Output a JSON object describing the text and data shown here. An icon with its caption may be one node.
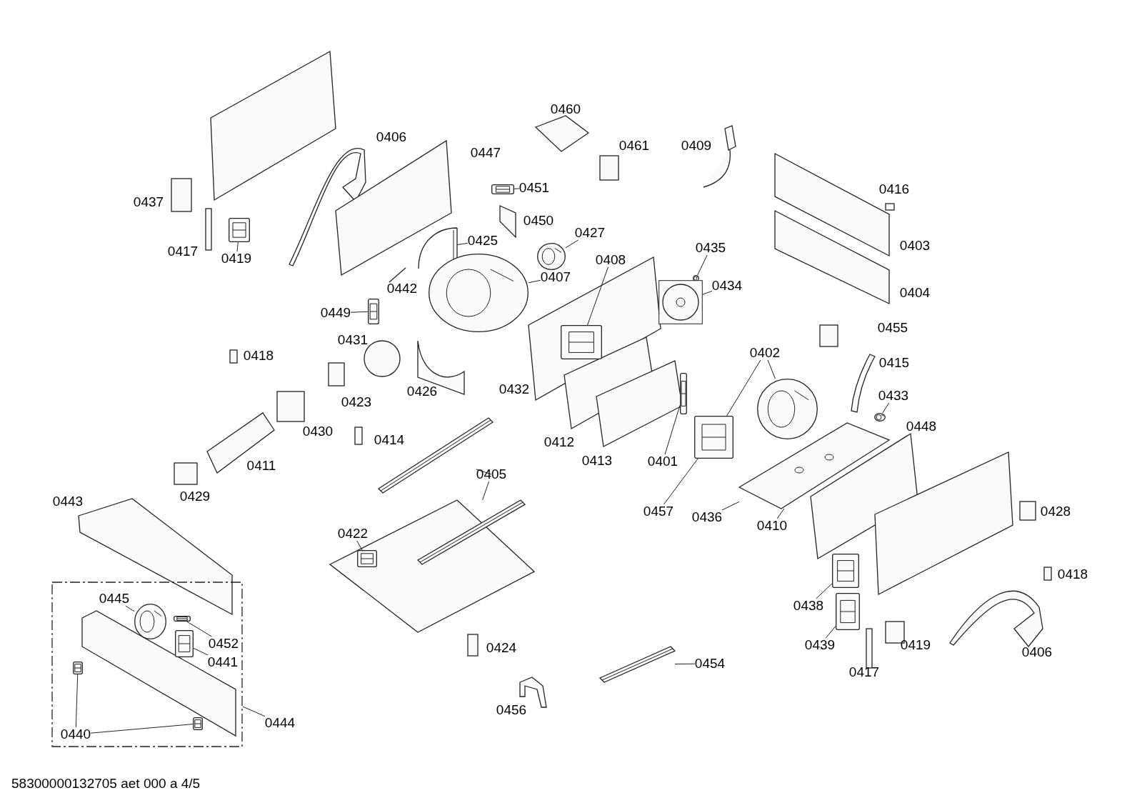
{
  "diagram": {
    "caption": "58300000132705 aet 000 a 4/5",
    "nodes": [
      {
        "text": [
          "0451"
        ]
      },
      {
        "text": [],
        "shape": "picture"
      },
      {
        "text": [
          "0425"
        ]
      },
      {
        "text": [],
        "shape": "picture"
      },
      {
        "text": [
          "0427"
        ]
      },
      {
        "text": [],
        "shape": "picture"
      },
      {
        "text": [
          "0435"
        ]
      },
      {
        "text": [],
        "shape": "picture"
      },
      {
        "text": [
          "0408"
        ]
      },
      {
        "text": [],
        "shape": "picture"
      },
      {
        "text": [
          "0419"
        ]
      },
      {
        "text": [],
        "shape": "picture"
      },
      {
        "text": [
          "0407"
        ]
      },
      {
        "text": [],
        "shape": "picture"
      },
      {
        "text": [
          "0434"
        ]
      },
      {
        "text": [],
        "shape": "picture"
      },
      {
        "text": [
          "0449"
        ]
      },
      {
        "text": [],
        "shape": "picture"
      },
      {
        "text": [
          "0402"
        ]
      },
      {
        "text": [],
        "shape": "picture"
      },
      {
        "text": [],
        "shape": "picture"
      },
      {
        "text": [
          "0401"
        ]
      },
      {
        "text": [],
        "shape": "picture"
      },
      {
        "text": [
          "0405"
        ]
      },
      {
        "text": [],
        "shape": "picture"
      },
      {
        "text": [],
        "shape": "picture"
      },
      {
        "text": [
          "0457"
        ]
      },
      {
        "text": [
          "0436"
        ]
      },
      {
        "text": [],
        "shape": "picture"
      },
      {
        "text": [
          "0410"
        ]
      },
      {
        "text": [
          "0433"
        ]
      },
      {
        "text": [],
        "shape": "picture"
      },
      {
        "text": [
          "0422"
        ]
      },
      {
        "text": [],
        "shape": "picture"
      },
      {
        "text": [],
        "shape": "box"
      },
      {
        "text": [],
        "shape": "picture",
        "in": 34
      },
      {
        "text": [],
        "shape": "picture",
        "in": 34
      },
      {
        "text": [],
        "shape": "picture",
        "in": 34
      },
      {
        "text": [],
        "shape": "picture",
        "in": 34
      },
      {
        "text": [],
        "shape": "picture",
        "in": 34
      },
      {
        "text": [
          "0445"
        ],
        "in": 34
      },
      {
        "text": [
          "0452"
        ],
        "in": 34
      },
      {
        "text": [
          "0441"
        ],
        "in": 34
      },
      {
        "text": [
          "0438"
        ]
      },
      {
        "text": [],
        "shape": "picture"
      },
      {
        "text": [
          "0439"
        ]
      },
      {
        "text": [],
        "shape": "picture"
      },
      {
        "text": [
          "0454"
        ]
      },
      {
        "text": [],
        "shape": "picture"
      },
      {
        "text": [
          "0440"
        ],
        "in": 34
      },
      {
        "text": [
          "0444"
        ]
      }
    ],
    "edges": [
      {
        "from": 0,
        "to": 1,
        "arrow": "none"
      },
      {
        "from": 2,
        "to": 3,
        "arrow": "none"
      },
      {
        "from": 4,
        "to": 5,
        "arrow": "none"
      },
      {
        "from": 6,
        "to": 7,
        "arrow": "none"
      },
      {
        "from": 8,
        "to": 9,
        "arrow": "none"
      },
      {
        "from": 10,
        "to": 11,
        "arrow": "none"
      },
      {
        "from": 12,
        "to": 13,
        "arrow": "none"
      },
      {
        "from": 14,
        "to": 15,
        "arrow": "none"
      },
      {
        "from": 16,
        "to": 17,
        "arrow": "none"
      },
      {
        "from": 18,
        "to": 19,
        "arrow": "none"
      },
      {
        "from": 18,
        "to": 20,
        "arrow": "none"
      },
      {
        "from": 21,
        "to": 22,
        "arrow": "none"
      },
      {
        "from": 23,
        "to": 24,
        "arrow": "none"
      },
      {
        "from": 23,
        "to": 25,
        "arrow": "none"
      },
      {
        "from": 26,
        "to": 20,
        "arrow": "none"
      },
      {
        "from": 27,
        "to": 28,
        "arrow": "none"
      },
      {
        "from": 29,
        "to": 28,
        "arrow": "none"
      },
      {
        "from": 30,
        "to": 31,
        "arrow": "none"
      },
      {
        "from": 32,
        "to": 33,
        "arrow": "none"
      },
      {
        "from": 50,
        "to": 34,
        "arrow": "none"
      },
      {
        "from": 40,
        "to": 35,
        "arrow": "none"
      },
      {
        "from": 41,
        "to": 36,
        "arrow": "none"
      },
      {
        "from": 42,
        "to": 37,
        "arrow": "none"
      },
      {
        "from": 49,
        "to": 38,
        "arrow": "none"
      },
      {
        "from": 49,
        "to": 39,
        "arrow": "none"
      },
      {
        "from": 43,
        "to": 44,
        "arrow": "none"
      },
      {
        "from": 45,
        "to": 46,
        "arrow": "none"
      },
      {
        "from": 47,
        "to": 48,
        "arrow": "none"
      }
    ],
    "labels": [
      "0460",
      "0406",
      "0447",
      "0461",
      "0409",
      "0437",
      "0416",
      "0450",
      "0417",
      "0403",
      "0442",
      "0404",
      "0455",
      "0418",
      "0431",
      "0415",
      "0423",
      "0426",
      "0432",
      "0430",
      "0414",
      "0412",
      "0448",
      "0411",
      "0413",
      "0443",
      "0429",
      "0428",
      "0418",
      "0424",
      "0419",
      "0406",
      "0417",
      "0456"
    ]
  }
}
